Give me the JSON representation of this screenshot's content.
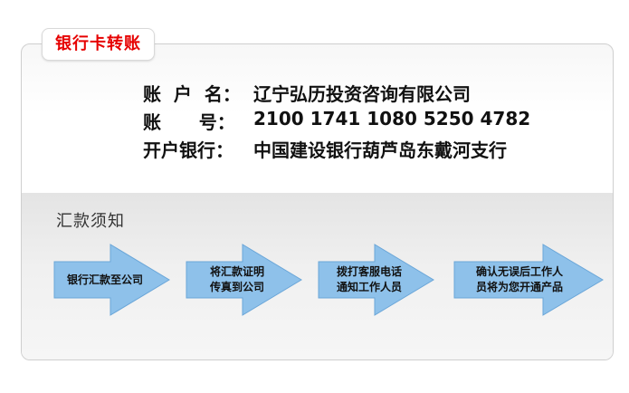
{
  "tab": {
    "title": "银行卡转账"
  },
  "account": {
    "rows": [
      {
        "label": "账  户  名：",
        "value": "辽宁弘历投资咨询有限公司"
      },
      {
        "label": "账      号：",
        "value": "2100 1741 1080 5250 4782"
      },
      {
        "label": "开户银行：",
        "value": "中国建设银行葫芦岛东戴河支行"
      }
    ]
  },
  "notice": {
    "title": "汇款须知",
    "steps": [
      {
        "line1": "银行汇款至公司",
        "line2": ""
      },
      {
        "line1": "将汇款证明",
        "line2": "传真到公司"
      },
      {
        "line1": "拨打客服电话",
        "line2": "通知工作人员"
      },
      {
        "line1": "确认无误后工作人",
        "line2": "员将为您开通产品"
      }
    ]
  },
  "colors": {
    "tab_text": "#e60000",
    "arrow_fill": "#8ec1ea",
    "arrow_stroke": "#6aa6d8"
  }
}
